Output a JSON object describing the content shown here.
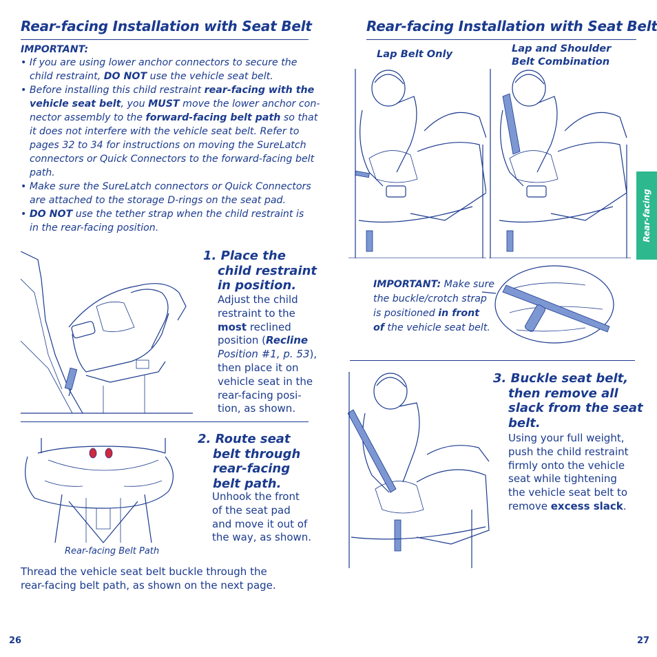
{
  "left": {
    "title": "Rear-facing Installation with Seat Belt",
    "important_heading": "IMPORTANT:",
    "bullets": [
      [
        [
          {
            "t": "• If you are using lower anchor connectors to secure the",
            "b": false
          }
        ],
        [
          {
            "t": "child restraint, ",
            "b": false
          },
          {
            "t": "DO NOT",
            "b": true
          },
          {
            "t": " use the vehicle seat belt.",
            "b": false
          }
        ]
      ],
      [
        [
          {
            "t": "• Before installing this child restraint ",
            "b": false
          },
          {
            "t": "rear-facing with the",
            "b": true
          }
        ],
        [
          {
            "t": "vehicle seat belt",
            "b": true
          },
          {
            "t": ", you ",
            "b": false
          },
          {
            "t": "MUST",
            "b": true
          },
          {
            "t": " move the lower anchor con-",
            "b": false
          }
        ],
        [
          {
            "t": "nector assembly to the ",
            "b": false
          },
          {
            "t": "forward-facing belt path",
            "b": true
          },
          {
            "t": " so that",
            "b": false
          }
        ],
        [
          {
            "t": "it does not interfere with the vehicle seat belt. Refer to",
            "b": false
          }
        ],
        [
          {
            "t": "pages 32 to 34 for instructions on moving the SureLatch",
            "b": false
          }
        ],
        [
          {
            "t": "connectors or Quick Connectors to the forward-facing belt",
            "b": false
          }
        ],
        [
          {
            "t": "path.",
            "b": false
          }
        ]
      ],
      [
        [
          {
            "t": "• Make sure the SureLatch connectors or Quick Connectors",
            "b": false
          }
        ],
        [
          {
            "t": "are attached to the storage D-rings on the seat pad.",
            "b": false
          }
        ]
      ],
      [
        [
          {
            "t": "• ",
            "b": false
          },
          {
            "t": "DO NOT",
            "b": true
          },
          {
            "t": " use the tether strap when the child restraint is",
            "b": false
          }
        ],
        [
          {
            "t": "in the rear-facing position.",
            "b": false
          }
        ]
      ]
    ],
    "step1": {
      "title_lines": [
        "1. Place the",
        "child restraint",
        "in position."
      ],
      "body_lines": [
        [
          {
            "t": "Adjust the child",
            "b": false,
            "i": false
          }
        ],
        [
          {
            "t": "restraint to the",
            "b": false,
            "i": false
          }
        ],
        [
          {
            "t": "most",
            "b": true,
            "i": false
          },
          {
            "t": " reclined",
            "b": false,
            "i": false
          }
        ],
        [
          {
            "t": "position (",
            "b": false,
            "i": false
          },
          {
            "t": "Recline",
            "b": true,
            "i": true
          }
        ],
        [
          {
            "t": "Position #1, p. 53",
            "b": false,
            "i": true
          },
          {
            "t": "),",
            "b": false,
            "i": false
          }
        ],
        [
          {
            "t": "then place it on",
            "b": false,
            "i": false
          }
        ],
        [
          {
            "t": "vehicle seat in the",
            "b": false,
            "i": false
          }
        ],
        [
          {
            "t": "rear-facing posi-",
            "b": false,
            "i": false
          }
        ],
        [
          {
            "t": "tion, as shown.",
            "b": false,
            "i": false
          }
        ]
      ]
    },
    "step2": {
      "title_lines": [
        "2. Route seat",
        "belt through",
        "rear-facing",
        "belt path."
      ],
      "body_lines": [
        "Unhook the front",
        "of the seat pad",
        "and move it out of",
        "the way, as shown."
      ],
      "caption": "Rear-facing Belt Path"
    },
    "footer_lines": [
      "Thread the vehicle seat belt buckle through the",
      "rear-facing belt path, as shown on the next page."
    ],
    "page_number": "26"
  },
  "right": {
    "title": "Rear-facing Installation with Seat Belt",
    "lap_belt_label": "Lap Belt Only",
    "lap_shoulder_label_lines": [
      "Lap and Shoulder",
      "Belt Combination"
    ],
    "important_lines": [
      [
        {
          "t": "IMPORTANT:",
          "b": true
        },
        {
          "t": " Make sure",
          "b": false
        }
      ],
      [
        {
          "t": "the buckle/crotch strap",
          "b": false
        }
      ],
      [
        {
          "t": "is positioned ",
          "b": false
        },
        {
          "t": "in front",
          "b": true
        }
      ],
      [
        {
          "t": "of",
          "b": true
        },
        {
          "t": " the vehicle seat belt.",
          "b": false
        }
      ]
    ],
    "step3": {
      "title_lines": [
        "3. Buckle seat belt,",
        "then remove all",
        "slack from the seat",
        "belt."
      ],
      "body_lines": [
        [
          {
            "t": "Using your full weight,",
            "b": false
          }
        ],
        [
          {
            "t": "push the child restraint",
            "b": false
          }
        ],
        [
          {
            "t": "firmly onto the vehicle",
            "b": false
          }
        ],
        [
          {
            "t": "seat while tightening",
            "b": false
          }
        ],
        [
          {
            "t": "the vehicle seat belt to",
            "b": false
          }
        ],
        [
          {
            "t": "remove ",
            "b": false
          },
          {
            "t": "excess slack",
            "b": true
          },
          {
            "t": ".",
            "b": false
          }
        ]
      ]
    },
    "side_tab_label": "Rear-facing",
    "page_number": "27"
  },
  "colors": {
    "text": "#1a3a8e",
    "accent_tab": "#2db88e",
    "belt": "#7d97d3",
    "red_clip": "#d0283c"
  }
}
